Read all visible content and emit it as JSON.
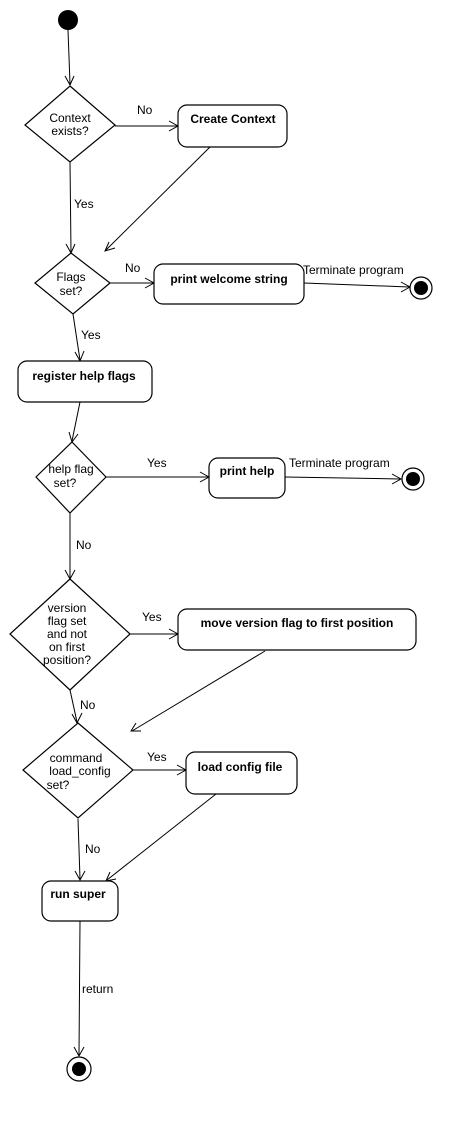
{
  "actions": {
    "create_context": "Create Context",
    "print_welcome": "print welcome string",
    "register_help": "register help flags",
    "print_help": "print help",
    "move_version": "move version flag to first position",
    "load_config": "load config file",
    "run_super": "run super"
  },
  "decisions": {
    "context_exists": [
      "Context",
      "exists?"
    ],
    "flags_set": [
      "Flags",
      "set?"
    ],
    "help_flag_set": [
      "help flag",
      "set?"
    ],
    "version_flag": [
      "version",
      "flag set",
      "and not",
      "on first",
      "position?"
    ],
    "command_load_config": [
      "command",
      "load_config",
      "set?"
    ]
  },
  "edge_labels": {
    "ctx_no": "No",
    "ctx_yes": "Yes",
    "flags_no": "No",
    "flags_yes": "Yes",
    "welcome_terminate": "Terminate program",
    "help_yes": "Yes",
    "help_terminate": "Terminate program",
    "help_no": "No",
    "version_yes": "Yes",
    "version_no": "No",
    "cmd_yes": "Yes",
    "cmd_no": "No",
    "run_return": "return"
  }
}
